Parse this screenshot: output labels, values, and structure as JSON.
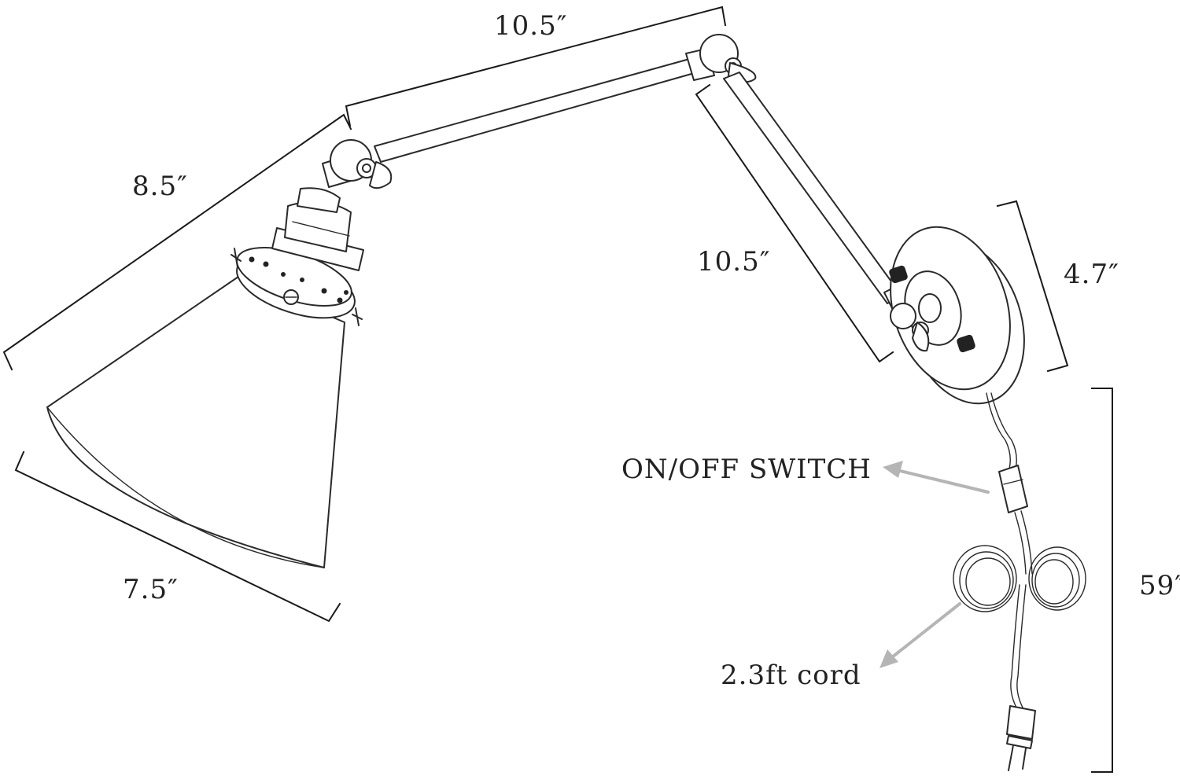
{
  "dimensions": {
    "upper_arm": "10.5″",
    "lower_arm": "10.5″",
    "lamp_head": "8.5″",
    "shade": "7.5″",
    "base_plate": "4.7″",
    "total_height": "59″"
  },
  "callouts": {
    "switch": "ON/OFF SWITCH",
    "cord": "2.3ft cord"
  },
  "colors": {
    "line": "#2a2a2a",
    "pointer": "#b5b5b5",
    "background": "#ffffff"
  }
}
